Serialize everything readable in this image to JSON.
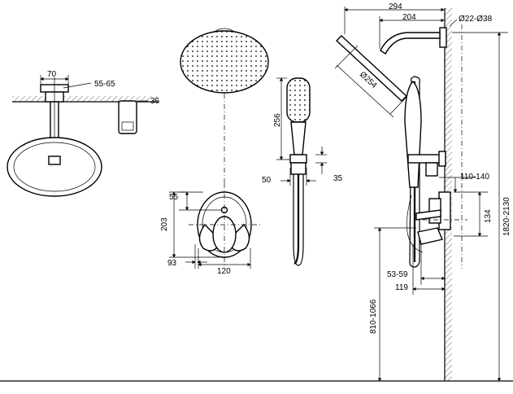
{
  "dimensions": {
    "d70": "70",
    "d55_65": "55-65",
    "d36": "36",
    "d256": "256",
    "d50": "50",
    "d35": "35",
    "d55": "55",
    "d203": "203",
    "d93": "93",
    "d120": "120",
    "d294": "294",
    "d204": "204",
    "d22_38": "Ø22-Ø38",
    "d254": "Ø254",
    "d110_140": "110-140",
    "d134": "134",
    "d1820_2130": "1820-2130",
    "d53_59": "53-59",
    "d119": "119",
    "d810_1066": "810-1066"
  }
}
